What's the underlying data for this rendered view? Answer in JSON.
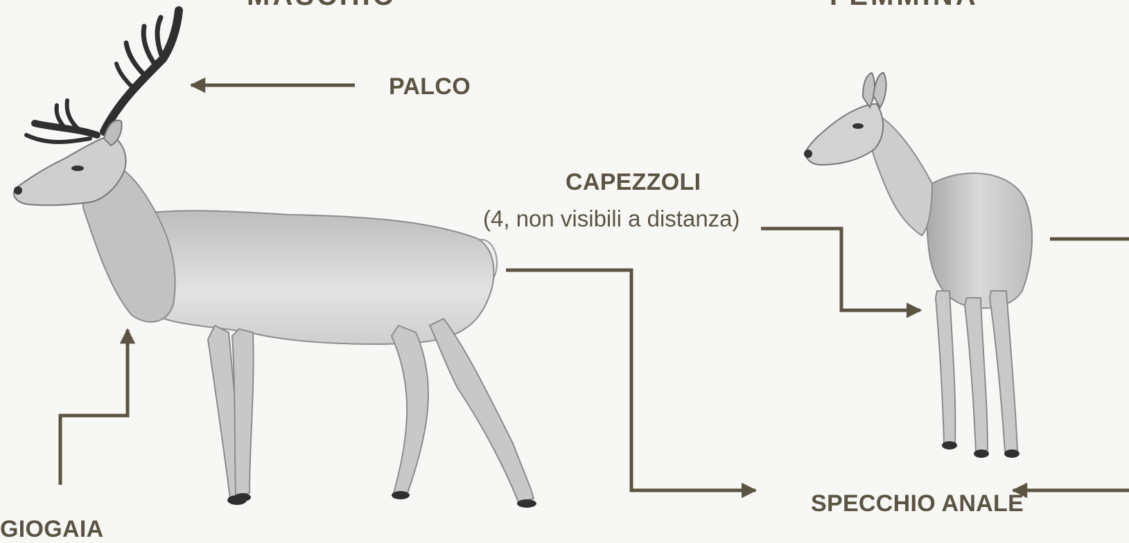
{
  "headings": {
    "male": "MASCHIO",
    "female": "FEMMINA"
  },
  "labels": {
    "palco": "PALCO",
    "capezzoli": "CAPEZZOLI",
    "capezzoli_note": "(4, non visibili a distanza)",
    "specchio_anale": "SPECCHIO ANALE",
    "giogaia": "GIOGAIA"
  },
  "colors": {
    "label": "#5b5442",
    "arrow": "#5b5442",
    "background": "#f7f7f5",
    "sketch_light": "#e4e4e4",
    "sketch_mid": "#b5b5b5",
    "sketch_dark": "#3a3a3a"
  },
  "illustrations": {
    "male": "red-deer-stag-pencil-drawing",
    "female": "red-deer-hind-pencil-drawing"
  }
}
